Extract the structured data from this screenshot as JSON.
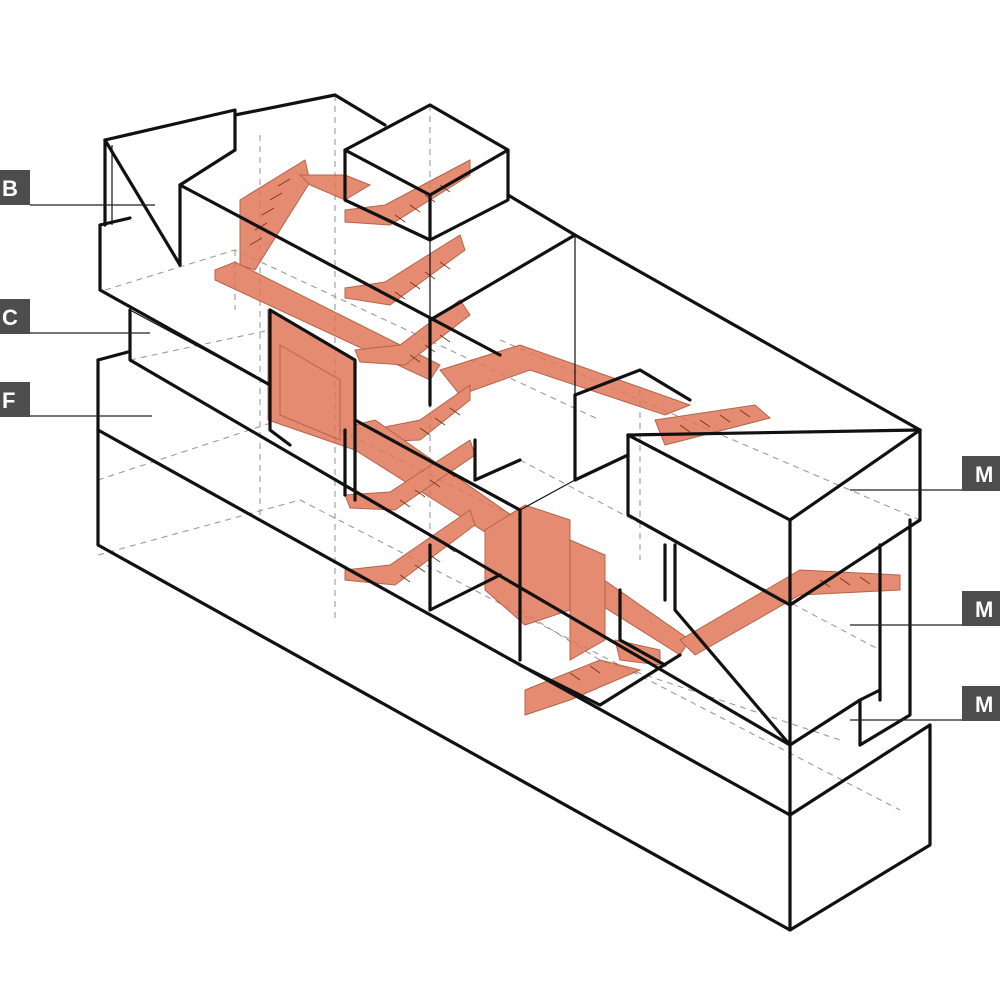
{
  "labels": {
    "left": [
      {
        "id": "b",
        "text": "B"
      },
      {
        "id": "c",
        "text": "C"
      },
      {
        "id": "f",
        "text": "F"
      }
    ],
    "right": [
      {
        "id": "m1",
        "text": "M"
      },
      {
        "id": "m2",
        "text": "M"
      },
      {
        "id": "m3",
        "text": "M"
      }
    ]
  },
  "colors": {
    "circulation": "#e0775a",
    "outline": "#111111",
    "hidden_line": "#9a9a9a",
    "label_box": "#4d4d4d",
    "label_text": "#ffffff"
  }
}
